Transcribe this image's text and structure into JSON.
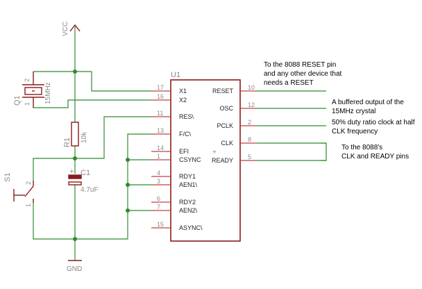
{
  "labels": {
    "vcc": "VCC",
    "gnd": "GND",
    "u1": "U1",
    "q1": "Q1",
    "q1_value": "15MHz",
    "r1": "R1",
    "r1_value": "10k",
    "c1": "C1",
    "c1_value": "4.7uF",
    "s1": "S1",
    "plus": "+"
  },
  "crystal_pins": {
    "top": "2",
    "bottom": "1"
  },
  "switch_pins": {
    "top": "2",
    "bottom": "1"
  },
  "chip_left": [
    {
      "pin": "17",
      "name": "X1"
    },
    {
      "pin": "16",
      "name": "X2"
    },
    {
      "pin": "11",
      "name": "RES\\"
    },
    {
      "pin": "13",
      "name": "F/C\\"
    },
    {
      "pin": "14",
      "name": "EFI"
    },
    {
      "pin": "1",
      "name": "CSYNC"
    },
    {
      "pin": "4",
      "name": "RDY1"
    },
    {
      "pin": "3",
      "name": "AEN1\\"
    },
    {
      "pin": "6",
      "name": "RDY2"
    },
    {
      "pin": "7",
      "name": "AEN2\\"
    },
    {
      "pin": "15",
      "name": "ASYNC\\"
    }
  ],
  "chip_right": [
    {
      "pin": "10",
      "name": "RESET"
    },
    {
      "pin": "12",
      "name": "OSC"
    },
    {
      "pin": "2",
      "name": "PCLK"
    },
    {
      "pin": "8",
      "name": "CLK"
    },
    {
      "pin": "5",
      "name": "READY"
    }
  ],
  "notes": {
    "reset_1": "To the 8088 RESET pin",
    "reset_2": "and any other device that",
    "reset_3": "needs a RESET",
    "osc_1": "A buffered output of the",
    "osc_2": "15MHz crystal",
    "pclk_1": "50% duty ratio clock at half",
    "pclk_2": "CLK frequency",
    "clk_1": "To the 8088's",
    "clk_2": "CLK and READY pins"
  },
  "colors": {
    "wire": "#2e8b2e",
    "part": "#8b1a1a",
    "pinline": "#c04040"
  }
}
